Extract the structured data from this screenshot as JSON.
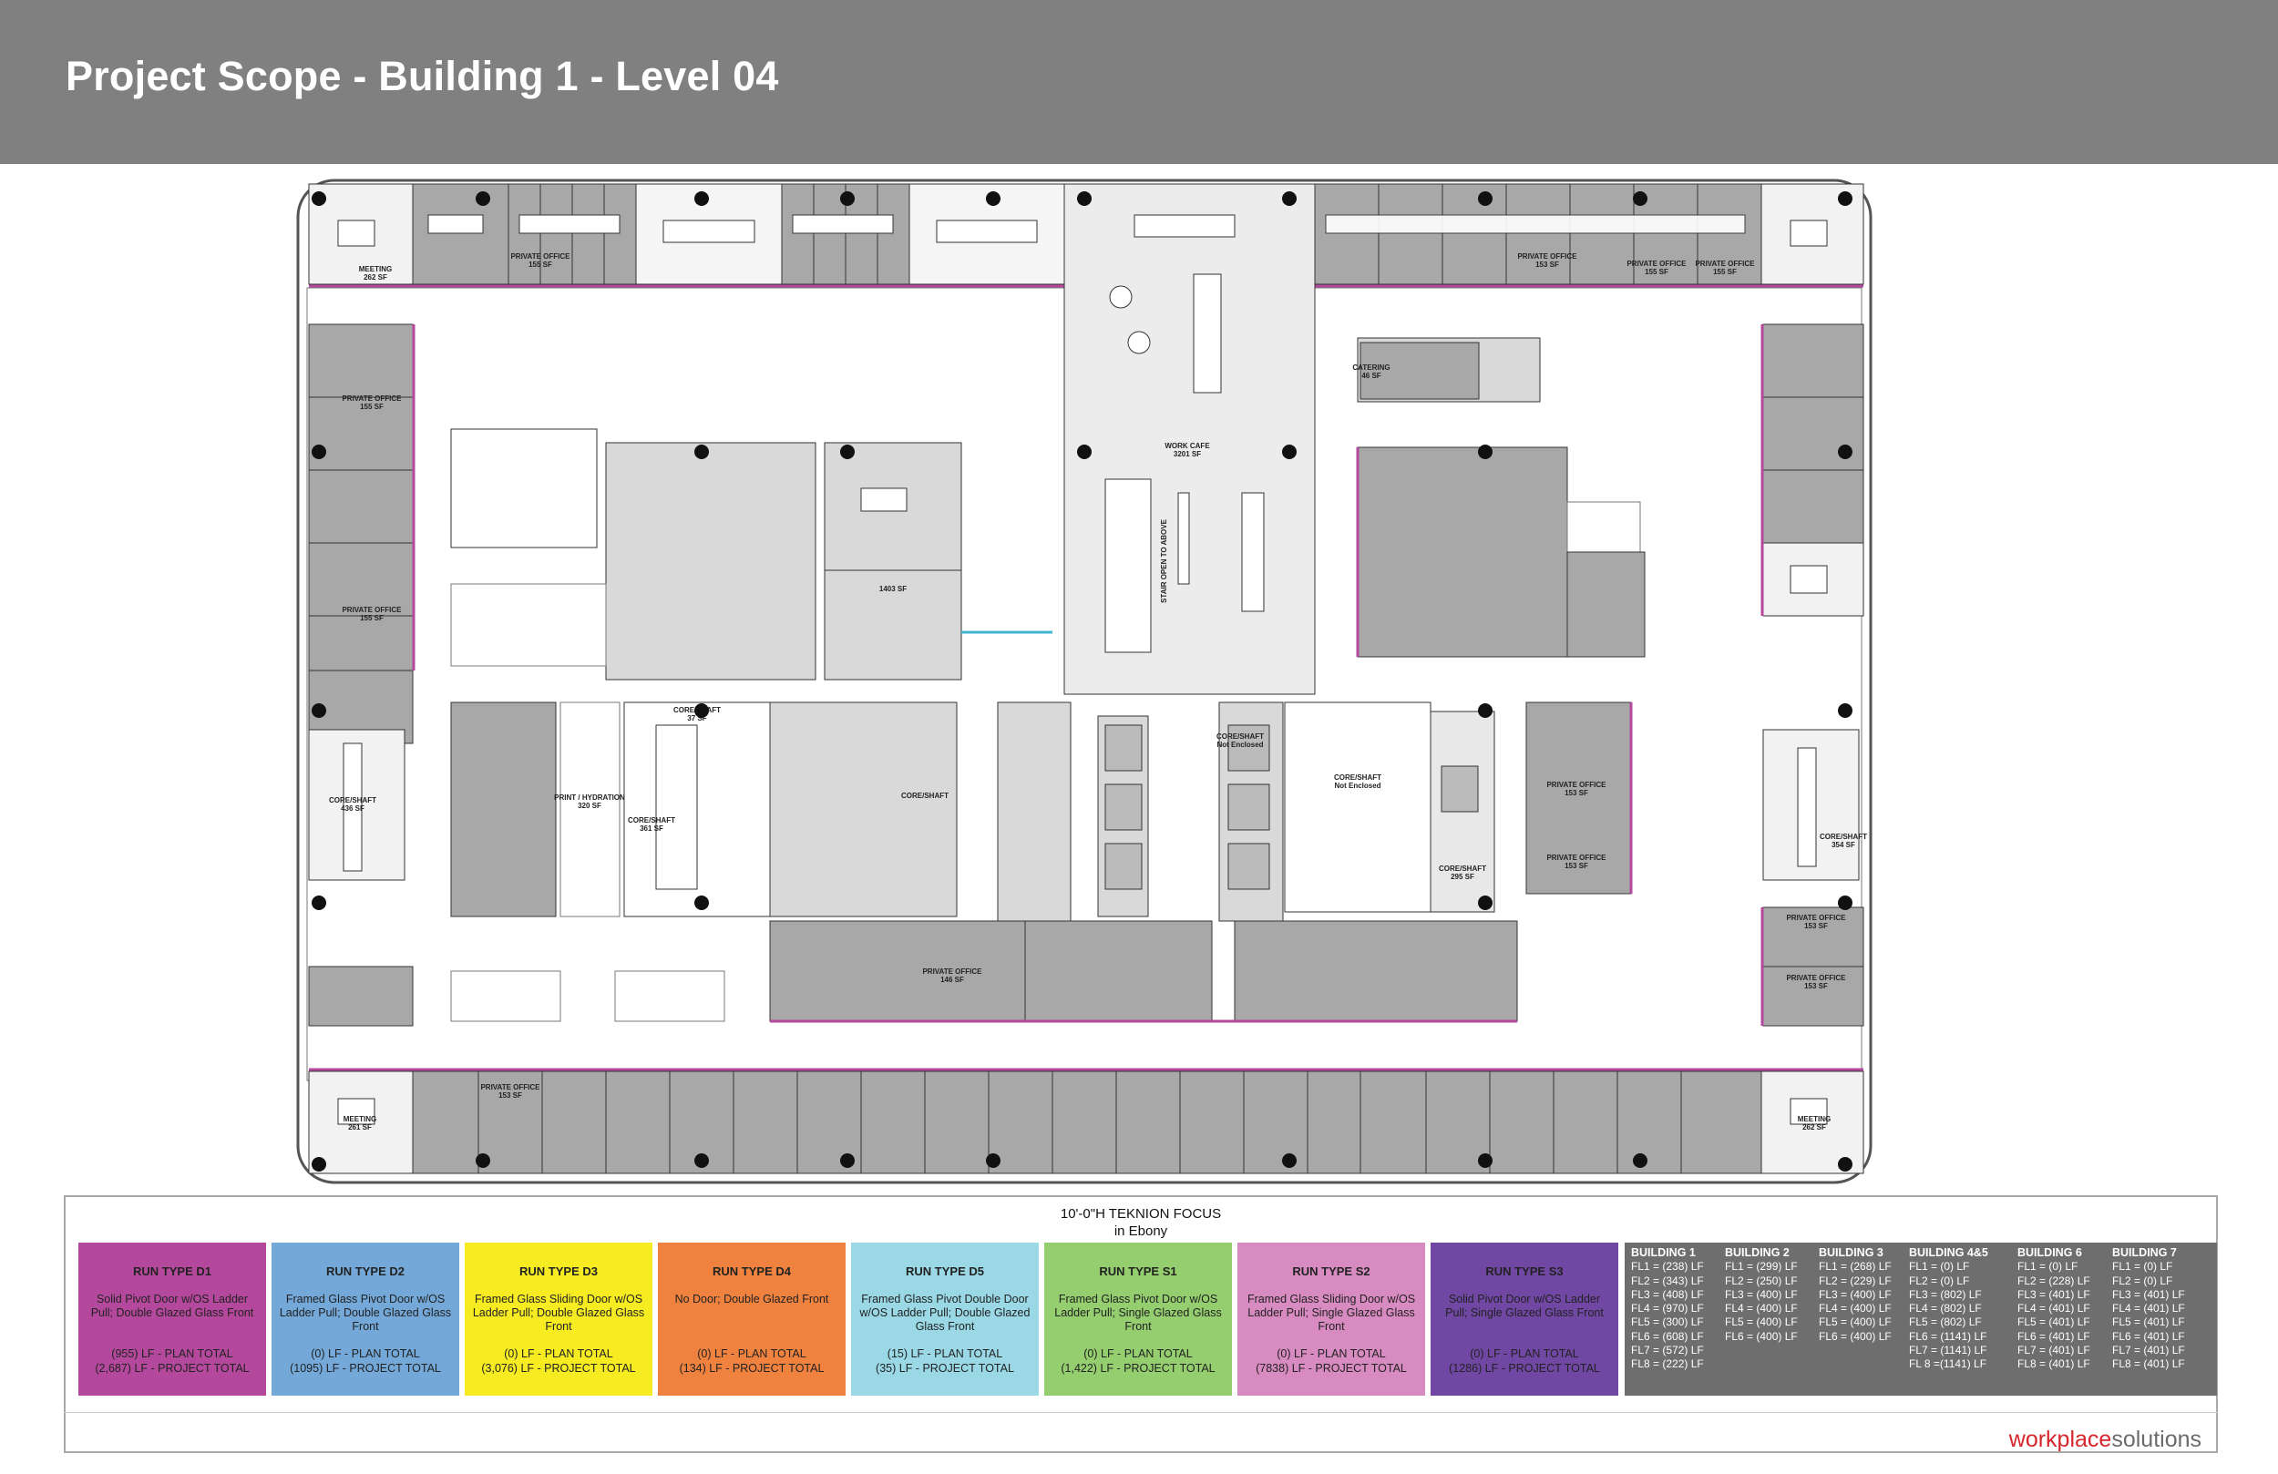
{
  "header": {
    "title": "Project Scope - Building 1 - Level 04",
    "background": "#808080"
  },
  "plan": {
    "labels": {
      "meeting_tl": "MEETING",
      "meeting_tl_sf": "262 SF",
      "po_1": "PRIVATE OFFICE",
      "po_1_sf": "155 SF",
      "po_2": "PRIVATE OFFICE",
      "po_2_sf": "153 SF",
      "po_3": "PRIVATE OFFICE",
      "po_3_sf": "155 SF",
      "po_4": "PRIVATE OFFICE",
      "po_4_sf": "155 SF",
      "po_left_1": "PRIVATE OFFICE",
      "po_left_1_sf": "155 SF",
      "po_left_2": "PRIVATE OFFICE",
      "po_left_2_sf": "155 SF",
      "catering": "CATERING",
      "catering_sf": "46 SF",
      "work_cafe": "WORK CAFE",
      "work_cafe_sf": "3201 SF",
      "stair": "STAIR OPEN TO ABOVE",
      "room_1403": "1403 SF",
      "core_shaft_left": "CORE/SHAFT",
      "core_shaft_left_sf": "436 SF",
      "core_shaft_37": "CORE/SHAFT",
      "core_shaft_37_sf": "37 SF",
      "print": "PRINT / HYDRATION",
      "print_sf": "320 SF",
      "core_shaft_mid": "CORE/SHAFT",
      "core_shaft_mid_sf": "361 SF",
      "core_shaft_toilet": "CORE/SHAFT",
      "core_not_enclosed_1": "CORE/SHAFT",
      "core_not_enclosed_1b": "Not Enclosed",
      "core_not_enclosed_2": "CORE/SHAFT",
      "core_not_enclosed_2b": "Not Enclosed",
      "core_shaft_295": "CORE/SHAFT",
      "core_shaft_295_sf": "295 SF",
      "core_shaft_right": "CORE/SHAFT",
      "core_shaft_right_sf": "354 SF",
      "po_right_1": "PRIVATE OFFICE",
      "po_right_1_sf": "153 SF",
      "po_right_2": "PRIVATE OFFICE",
      "po_right_2_sf": "153 SF",
      "po_right_3": "PRIVATE OFFICE",
      "po_right_3_sf": "153 SF",
      "po_right_4": "PRIVATE OFFICE",
      "po_right_4_sf": "153 SF",
      "po_mid_bot": "PRIVATE OFFICE",
      "po_mid_bot_sf": "146 SF",
      "meeting_bl": "MEETING",
      "meeting_bl_sf": "261 SF",
      "meeting_br": "MEETING",
      "meeting_br_sf": "262 SF",
      "po_b": "PRIVATE OFFICE",
      "po_b_sf": "153 SF"
    }
  },
  "legend": {
    "title": "10'-0\"H TEKNION FOCUS",
    "subtitle": "in Ebony",
    "runs": [
      {
        "name": "RUN TYPE D1",
        "desc": "Solid Pivot Door w/OS Ladder Pull; Double Glazed Glass Front",
        "plan": "(955) LF - PLAN TOTAL",
        "project": "(2,687) LF - PROJECT TOTAL",
        "color": "#b4489c"
      },
      {
        "name": "RUN TYPE D2",
        "desc": "Framed Glass Pivot Door w/OS Ladder Pull; Double Glazed Glass Front",
        "plan": "(0) LF - PLAN TOTAL",
        "project": "(1095) LF - PROJECT TOTAL",
        "color": "#73a8d9"
      },
      {
        "name": "RUN TYPE D3",
        "desc": "Framed Glass Sliding Door w/OS Ladder Pull; Double Glazed Glass Front",
        "plan": "(0) LF - PLAN TOTAL",
        "project": "(3,076) LF - PROJECT TOTAL",
        "color": "#f6ec21"
      },
      {
        "name": "RUN TYPE D4",
        "desc": "No Door; Double Glazed Front",
        "plan": "(0) LF - PLAN TOTAL",
        "project": "(134) LF - PROJECT TOTAL",
        "color": "#f0823f"
      },
      {
        "name": "RUN TYPE D5",
        "desc": "Framed Glass Pivot Double Door w/OS Ladder Pull; Double Glazed Glass Front",
        "plan": "(15) LF - PLAN TOTAL",
        "project": "(35) LF - PROJECT TOTAL",
        "color": "#9ad8e6"
      },
      {
        "name": "RUN TYPE S1",
        "desc": "Framed Glass Pivot Door w/OS Ladder Pull; Single Glazed Glass Front",
        "plan": "(0) LF - PLAN TOTAL",
        "project": "(1,422) LF - PROJECT TOTAL",
        "color": "#94ce6e"
      },
      {
        "name": "RUN TYPE S2",
        "desc": "Framed Glass Sliding Door w/OS Ladder Pull; Single Glazed Glass Front",
        "plan": "(0) LF - PLAN TOTAL",
        "project": "(7838) LF - PROJECT TOTAL",
        "color": "#d88bc0"
      },
      {
        "name": "RUN TYPE S3",
        "desc": "Solid Pivot Door w/OS Ladder Pull; Single Glazed Glass Front",
        "plan": "(0) LF - PLAN TOTAL",
        "project": "(1286) LF - PROJECT TOTAL",
        "color": "#7047a3"
      }
    ],
    "buildings": [
      {
        "name": "BUILDING 1",
        "rows": [
          "FL1 = (238) LF",
          "FL2 = (343) LF",
          "FL3 = (408) LF",
          "FL4 = (970) LF",
          "FL5 = (300) LF",
          "FL6 = (608) LF",
          "FL7 = (572) LF",
          "FL8 = (222) LF"
        ]
      },
      {
        "name": "BUILDING 2",
        "rows": [
          "FL1 = (299) LF",
          "FL2 = (250) LF",
          "FL3 = (400) LF",
          "FL4 = (400) LF",
          "FL5 = (400) LF",
          "FL6 = (400) LF"
        ]
      },
      {
        "name": "BUILDING 3",
        "rows": [
          "FL1 = (268) LF",
          "FL2 = (229) LF",
          "FL3 = (400) LF",
          "FL4 = (400) LF",
          "FL5 = (400) LF",
          "FL6 = (400) LF"
        ]
      },
      {
        "name": "BUILDING 4&5",
        "rows": [
          "FL1 = (0) LF",
          "FL2 = (0) LF",
          "FL3 = (802) LF",
          "FL4 = (802) LF",
          "FL5 = (802) LF",
          "FL6 = (1141) LF",
          "FL7 = (1141) LF",
          "FL 8 =(1141) LF"
        ]
      },
      {
        "name": "BUILDING 6",
        "rows": [
          "FL1 = (0) LF",
          "FL2 = (228) LF",
          "FL3 = (401) LF",
          "FL4 = (401) LF",
          "FL5 = (401) LF",
          "FL6 = (401) LF",
          "FL7 = (401) LF",
          "FL8 = (401) LF"
        ]
      },
      {
        "name": "BUILDING 7",
        "rows": [
          "FL1 = (0) LF",
          "FL2 = (0) LF",
          "FL3 = (401) LF",
          "FL4 = (401) LF",
          "FL5 = (401) LF",
          "FL6 = (401) LF",
          "FL7 = (401) LF",
          "FL8 = (401) LF"
        ]
      }
    ]
  },
  "logo": {
    "part1": "workplace",
    "part2": "solutions",
    "color1": "#d6262b",
    "color2": "#6b6b6b"
  }
}
